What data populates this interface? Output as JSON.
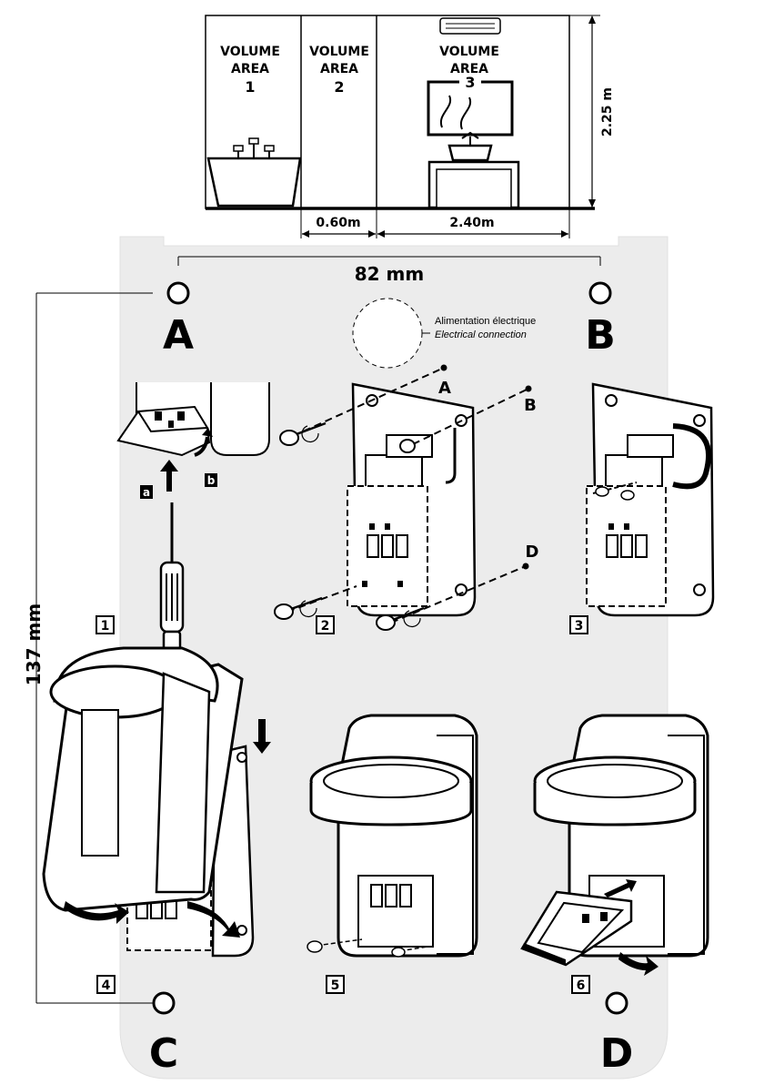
{
  "zones": {
    "zone1": {
      "line1": "VOLUME",
      "line2": "AREA",
      "num": "1"
    },
    "zone2": {
      "line1": "VOLUME",
      "line2": "AREA",
      "num": "2"
    },
    "zone3": {
      "line1": "VOLUME",
      "line2": "AREA",
      "num": "3"
    }
  },
  "dimensions": {
    "height": "2.25 m",
    "dist_zone2": "0.60m",
    "dist_zone3": "2.40m",
    "template_width": "82 mm",
    "template_height": "137 mm"
  },
  "holes": {
    "a": "A",
    "b": "B",
    "c": "C",
    "d": "D"
  },
  "electrical": {
    "fr": "Alimentation électrique",
    "en": "Electrical connection"
  },
  "step1": {
    "label_a": "a",
    "label_b": "b"
  },
  "screws": {
    "a": "A",
    "b": "B",
    "d": "D"
  },
  "steps": {
    "s1": "1",
    "s2": "2",
    "s3": "3",
    "s4": "4",
    "s5": "5",
    "s6": "6"
  }
}
